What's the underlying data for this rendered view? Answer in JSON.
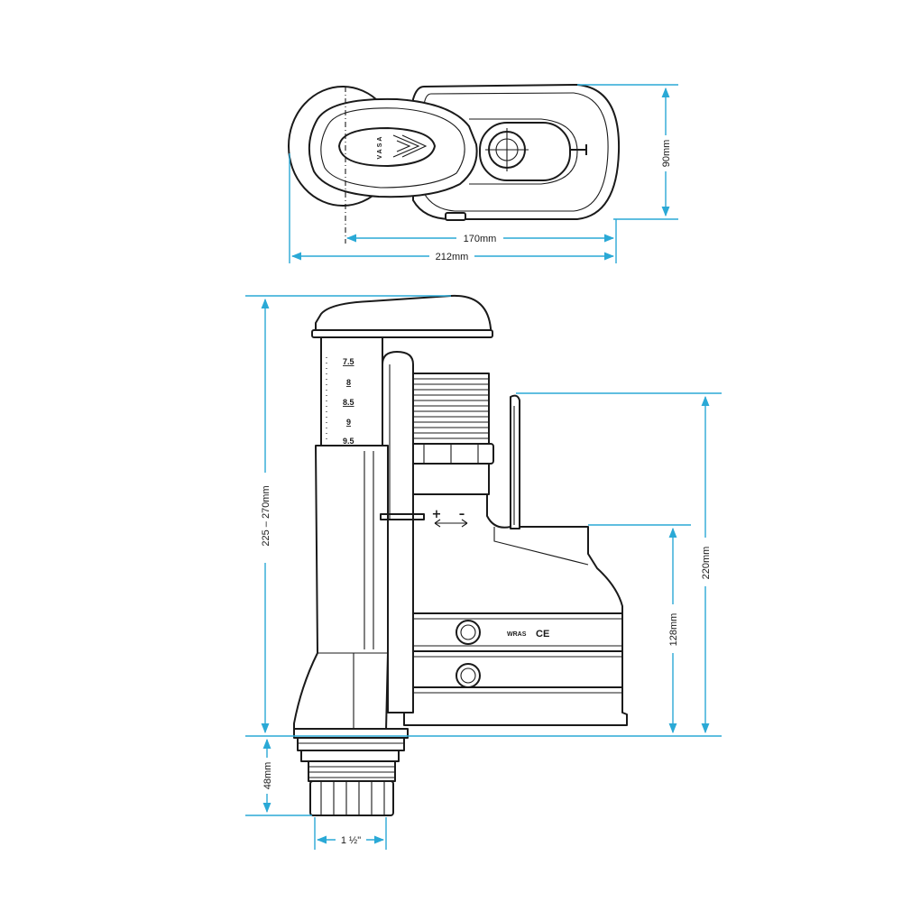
{
  "top_view": {
    "logo_text": "VASA",
    "dimensions": {
      "height": "90mm",
      "offset_width": "170mm",
      "overall_width": "212mm"
    }
  },
  "side_view": {
    "scale_marks": [
      "7.5",
      "8",
      "8.5",
      "9",
      "9.5"
    ],
    "adjust_plus": "+",
    "adjust_minus": "–",
    "wras_mark": "WRAS",
    "ce_mark": "CE",
    "dimensions": {
      "overall_height": "225 – 270mm",
      "float_height": "220mm",
      "body_height": "128mm",
      "thread_height": "48mm",
      "thread_size": "1 ½\""
    }
  },
  "colors": {
    "dimension_lines": "#2aa9d6",
    "outline": "#1a1a1a",
    "background": "#ffffff"
  }
}
